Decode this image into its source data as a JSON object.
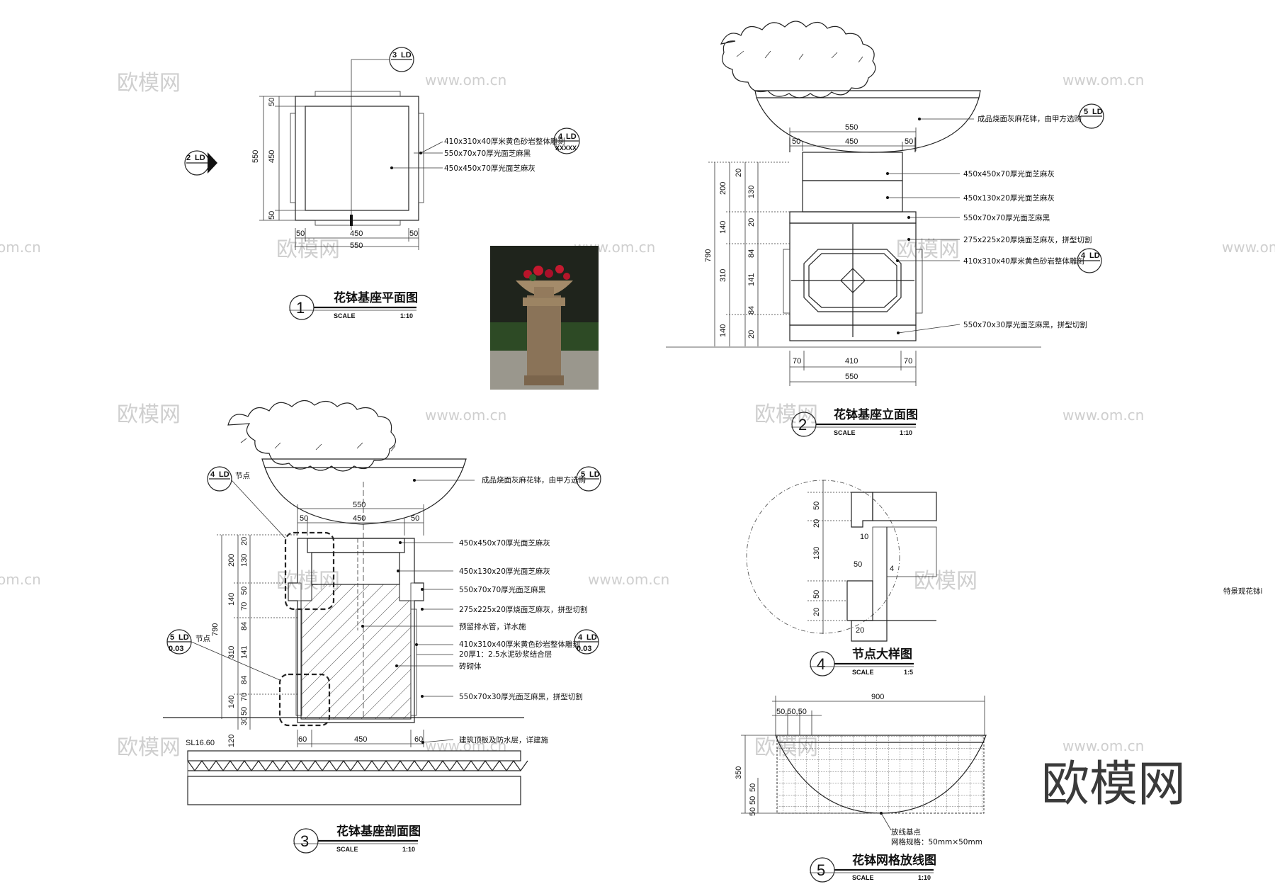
{
  "watermark": {
    "brand": "欧模网",
    "url": "www.om.cn",
    "url_short": "om.cn",
    "corner_logo": "欧模网"
  },
  "drawings": [
    {
      "number": "1",
      "title": "花钵基座平面图",
      "scale_label": "SCALE",
      "scale": "1:10"
    },
    {
      "number": "2",
      "title": "花钵基座立面图",
      "scale_label": "SCALE",
      "scale": "1:10"
    },
    {
      "number": "3",
      "title": "花钵基座剖面图",
      "scale_label": "SCALE",
      "scale": "1:10"
    },
    {
      "number": "4",
      "title": "节点大样图",
      "scale_label": "SCALE",
      "scale": "1:5"
    },
    {
      "number": "5",
      "title": "花钵网格放线图",
      "scale_label": "SCALE",
      "scale": "1:10"
    }
  ],
  "reference_tags": {
    "d3": {
      "top": "3",
      "unit": "LD"
    },
    "d2": {
      "top": "2",
      "unit": "LD"
    },
    "d4": {
      "top": "4",
      "unit": "LD",
      "sub": "XXXXX"
    },
    "d5": {
      "top": "5",
      "unit": "LD"
    },
    "d4_03": {
      "top": "4",
      "unit": "LD",
      "sub": "0.03"
    },
    "d5_03": {
      "top": "5",
      "unit": "LD",
      "sub": "0.03"
    },
    "node_label": "节点"
  },
  "plan": {
    "dims": {
      "d50": "50",
      "d450": "450",
      "d550": "550"
    },
    "notes": [
      "410x310x40厚米黄色砂岩整体雕刻",
      "550x70x70厚光面芝麻黑",
      "450x450x70厚光面芝麻灰"
    ]
  },
  "elevation": {
    "bowl_note": "成品烧面灰麻花钵，由甲方选购",
    "dims": {
      "d550": "550",
      "d450": "450",
      "d50": "50",
      "d70": "70",
      "d410": "410",
      "h790": "790",
      "h200": "200",
      "h140": "140",
      "h310": "310",
      "h20": "20",
      "h130": "130",
      "h84": "84",
      "h141": "141"
    },
    "notes": [
      "450x450x70厚光面芝麻灰",
      "450x130x20厚光面芝麻灰",
      "550x70x70厚光面芝麻黑",
      "275x225x20厚烧面芝麻灰，拼型切割",
      "410x310x40厚米黄色砂岩整体雕刻",
      "550x70x30厚光面芝麻黑，拼型切割"
    ]
  },
  "section": {
    "bowl_note": "成品烧面灰麻花钵，由甲方选购",
    "level": "SL16.60",
    "dims": {
      "d550": "550",
      "d450": "450",
      "d50": "50",
      "d60": "60",
      "h790": "790",
      "h200": "200",
      "h140": "140",
      "h310": "310",
      "h120": "120",
      "h30": "30",
      "h50": "50",
      "h20": "20",
      "h84": "84",
      "h141": "141",
      "h70": "70",
      "h130": "130"
    },
    "notes": [
      "450x450x70厚光面芝麻灰",
      "450x130x20厚光面芝麻灰",
      "550x70x70厚光面芝麻黑",
      "275x225x20厚烧面芝麻灰，拼型切割",
      "预留排水管，详水施",
      "410x310x40厚米黄色砂岩整体雕刻",
      "20厚1：2.5水泥砂浆结合层",
      "砖砌体",
      "550x70x30厚光面芝麻黑，拼型切割",
      "建筑顶板及防水层，详建施"
    ]
  },
  "detail": {
    "dims": {
      "d50": "50",
      "d10": "10",
      "d130": "130",
      "d20": "20",
      "d4": "4"
    }
  },
  "grid": {
    "dims": {
      "w900": "900",
      "h350": "350",
      "w505050": "50,50,50",
      "h50": "50"
    },
    "notes": [
      "放线基点",
      "网格规格：50mm×50mm"
    ]
  },
  "side_note": "特景观花钵i"
}
